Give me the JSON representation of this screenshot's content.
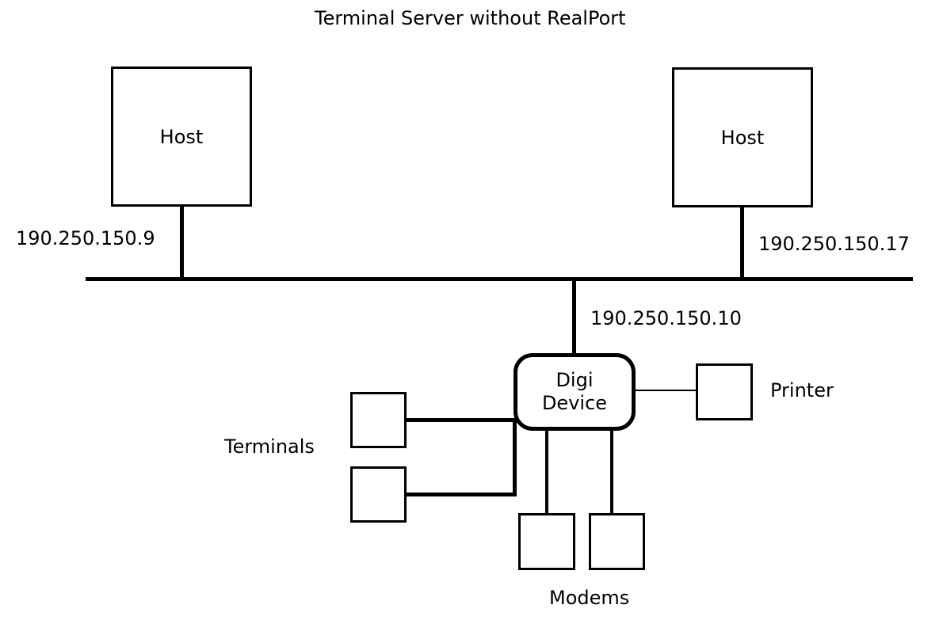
{
  "diagram": {
    "title": "Terminal Server without RealPort",
    "colors": {
      "background": "#ffffff",
      "line": "#000000",
      "text": "#000000"
    },
    "nodes": {
      "host_left": {
        "label": "Host",
        "ip": "190.250.150.9"
      },
      "host_right": {
        "label": "Host",
        "ip": "190.250.150.17"
      },
      "digi_device": {
        "label": "Digi\nDevice",
        "ip": "190.250.150.10"
      },
      "printer": {
        "label": "Printer"
      },
      "terminals": {
        "label": "Terminals",
        "count": 2
      },
      "modems": {
        "label": "Modems",
        "count": 2
      }
    }
  }
}
